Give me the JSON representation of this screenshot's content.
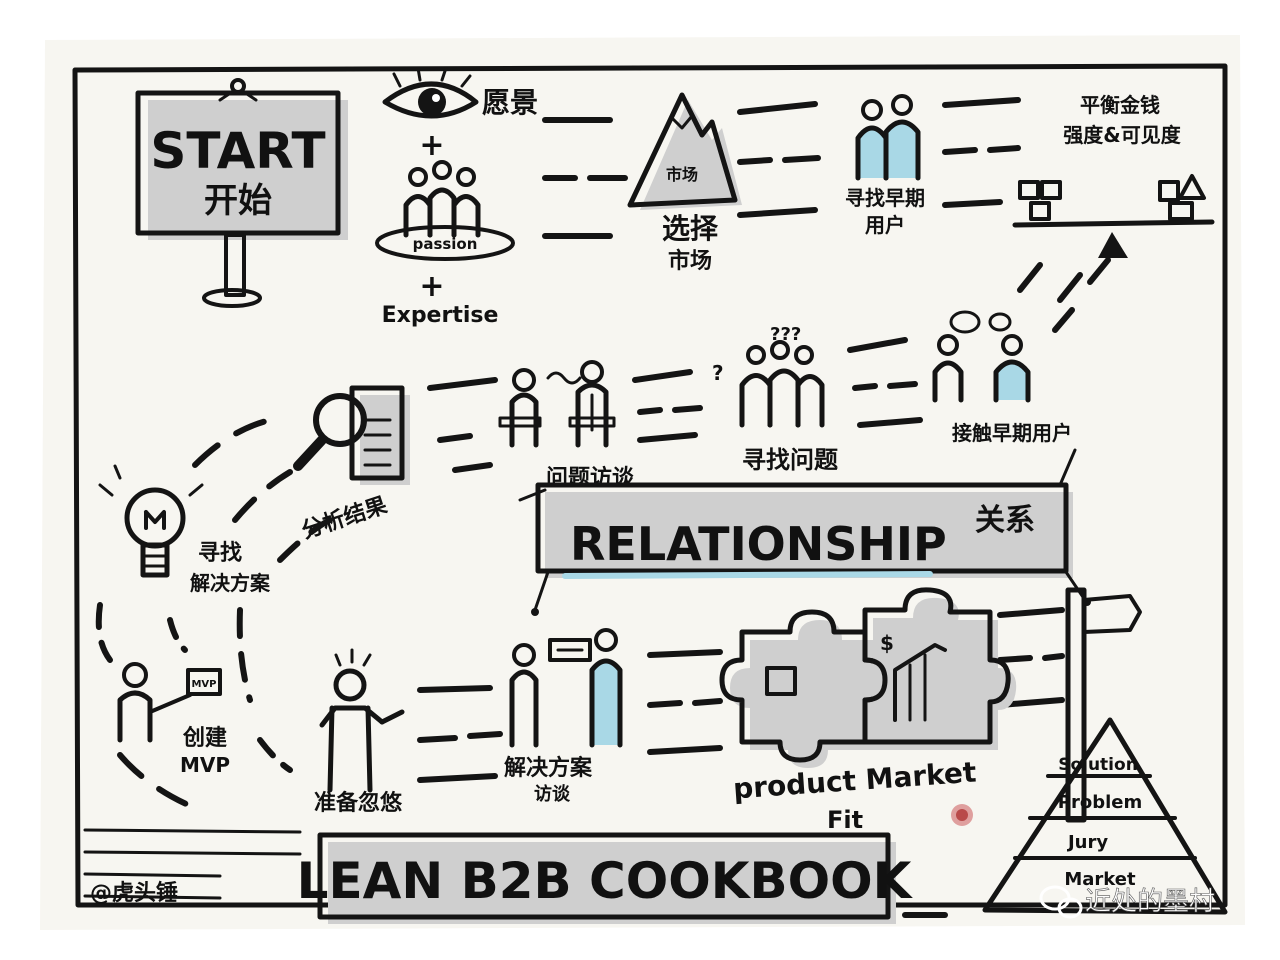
{
  "start": {
    "title": "START",
    "subtitle": "开始"
  },
  "vision": {
    "label": "愿景"
  },
  "passion": {
    "label": "passion"
  },
  "expertise": {
    "label": "Expertise"
  },
  "select_market": {
    "mountain_label": "市场",
    "caption_line1": "选择",
    "caption_line2": "市场"
  },
  "find_early_users": {
    "line1": "寻找早期",
    "line2": "用户"
  },
  "balance": {
    "line1": "平衡金钱",
    "line2": "强度&可见度"
  },
  "analyze": {
    "label": "分析结果"
  },
  "interview": {
    "label": "问题访谈"
  },
  "find_problem": {
    "label": "寻找问题"
  },
  "contact_users": {
    "label": "接触早期用户"
  },
  "find_solution": {
    "line1": "寻找",
    "line2": "解决方案"
  },
  "relationship": {
    "title": "RELATIONSHIP",
    "suffix": "关系"
  },
  "create_mvp": {
    "line1": "创建",
    "line2": "MVP",
    "box_label": "MVP"
  },
  "prepare": {
    "label": "准备忽悠"
  },
  "solution_interview": {
    "line1": "解决方案",
    "line2": "访谈"
  },
  "pmf": {
    "line1": "product Market",
    "line2": "Fit"
  },
  "pyramid": {
    "levels": [
      "Solution",
      "Problem",
      "Jury",
      "Market"
    ]
  },
  "footer": {
    "title": "LEAN B2B COOKBOOK"
  },
  "signature": {
    "text": "@虎头锤"
  },
  "watermark": {
    "text": "近处的墨村"
  },
  "colors": {
    "ink": "#141414",
    "accent_blue": "#a9d8e6",
    "shadow_gray": "#cfcfcf",
    "paper": "#f7f6f1"
  }
}
